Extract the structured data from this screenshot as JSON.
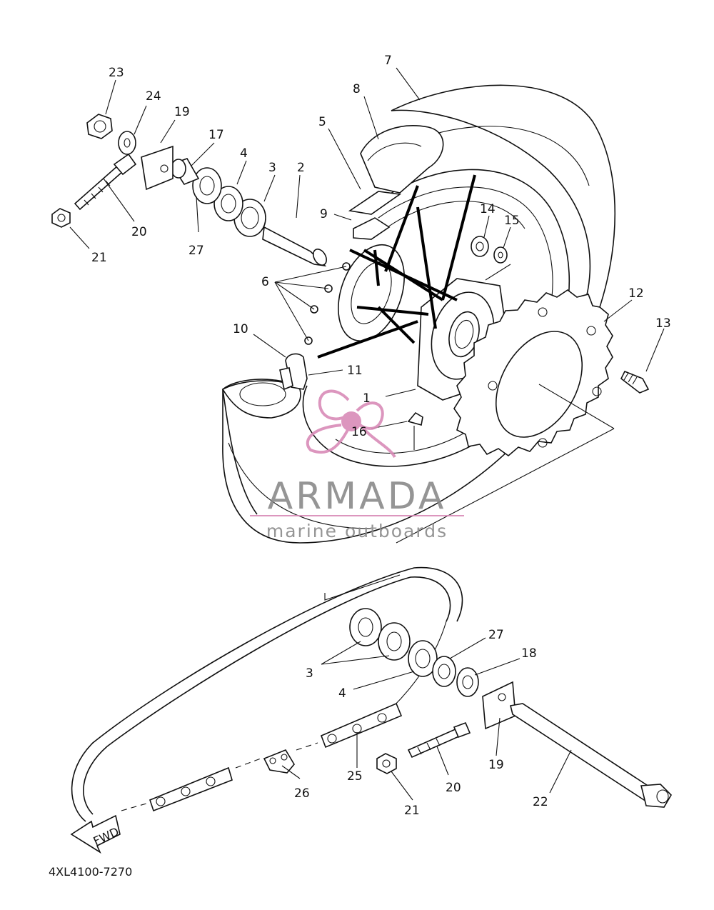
{
  "diagram_code": "4XL4100-7270",
  "fwd_label": "FWD",
  "watermark": {
    "title": "ARMADA",
    "subtitle": "marine outboards",
    "color": "#d98bb8",
    "text_color": "#8a8a8a"
  },
  "callouts": {
    "c1": "1",
    "c2": "2",
    "c3": "3",
    "c4": "4",
    "c5": "5",
    "c6": "6",
    "c7": "7",
    "c8": "8",
    "c9": "9",
    "c10": "10",
    "c11": "11",
    "c12": "12",
    "c13": "13",
    "c14": "14",
    "c15": "15",
    "c16": "16",
    "c17": "17",
    "c18": "18",
    "c19": "19",
    "c20": "20",
    "c21": "21",
    "c22": "22",
    "c23": "23",
    "c24": "24",
    "c25": "25",
    "c26": "26",
    "c27": "27"
  }
}
